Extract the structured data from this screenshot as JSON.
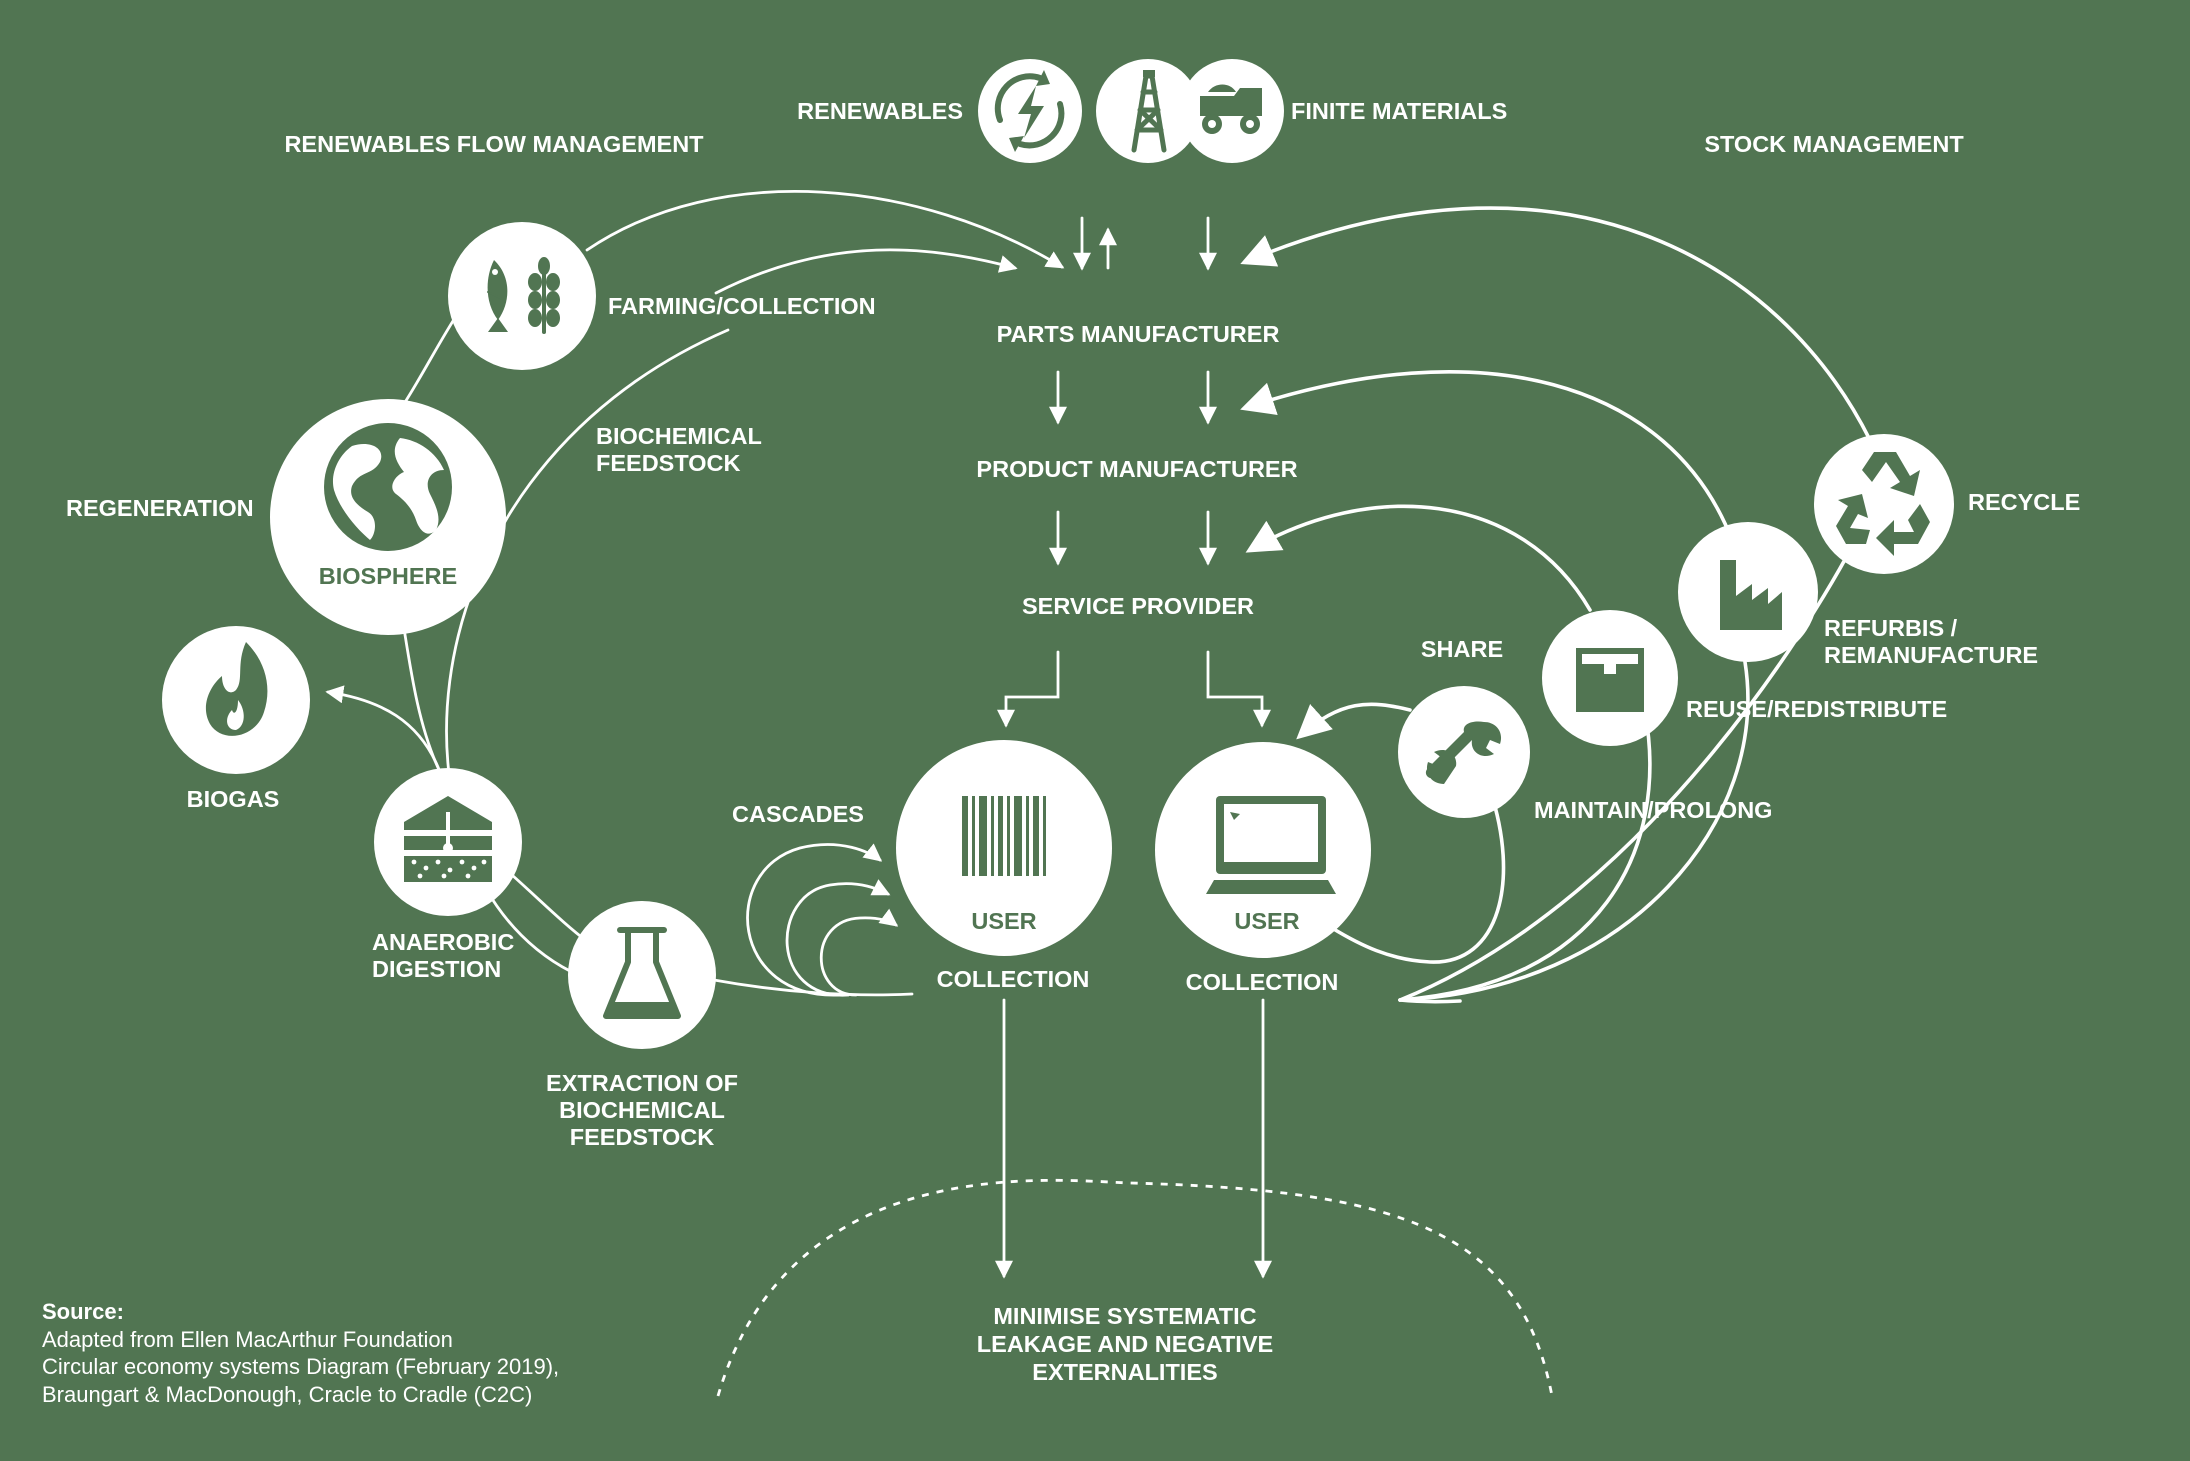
{
  "top": {
    "renewables": "RENEWABLES",
    "finite_materials": "FINITE MATERIALS",
    "renewables_flow_management": "RENEWABLES FLOW MANAGEMENT",
    "stock_management": "STOCK MANAGEMENT"
  },
  "chain": {
    "parts_manufacturer": "PARTS MANUFACTURER",
    "product_manufacturer": "PRODUCT MANUFACTURER",
    "service_provider": "SERVICE PROVIDER"
  },
  "biological": {
    "farming_collection": "FARMING/COLLECTION",
    "biochemical_feedstock": [
      "BIOCHEMICAL",
      "FEEDSTOCK"
    ],
    "regeneration": "REGENERATION",
    "biosphere": "BIOSPHERE",
    "biogas": "BIOGAS",
    "anaerobic_digestion": [
      "ANAEROBIC",
      "DIGESTION"
    ],
    "extraction": [
      "EXTRACTION OF",
      "BIOCHEMICAL",
      "FEEDSTOCK"
    ],
    "cascades": "CASCADES"
  },
  "users": {
    "left_user": "USER",
    "right_user": "USER",
    "left_collection": "COLLECTION",
    "right_collection": "COLLECTION"
  },
  "technical": {
    "share": "SHARE",
    "maintain_prolong": "MAINTAIN/PROLONG",
    "reuse_redistribute": "REUSE/REDISTRIBUTE",
    "refurbish": [
      "REFURBIS /",
      "REMANUFACTURE"
    ],
    "recycle": "RECYCLE"
  },
  "leakage": [
    "MINIMISE SYSTEMATIC",
    "LEAKAGE AND NEGATIVE",
    "EXTERNALITIES"
  ],
  "source": {
    "title": "Source:",
    "lines": [
      "Adapted from Ellen MacArthur Foundation",
      "Circular economy systems Diagram (February 2019),",
      "Braungart & MacDonough, Cracle to Cradle (C2C)"
    ]
  },
  "icons": [
    "renewable-energy-icon",
    "oil-derrick-icon",
    "mining-truck-icon",
    "fish-icon",
    "wheat-icon",
    "globe-icon",
    "flame-icon",
    "digester-icon",
    "flask-icon",
    "barcode-icon",
    "screen-icon",
    "wrench-icon",
    "box-icon",
    "factory-icon",
    "recycle-icon"
  ],
  "colors": {
    "background": "#517552",
    "foreground": "#ffffff"
  }
}
